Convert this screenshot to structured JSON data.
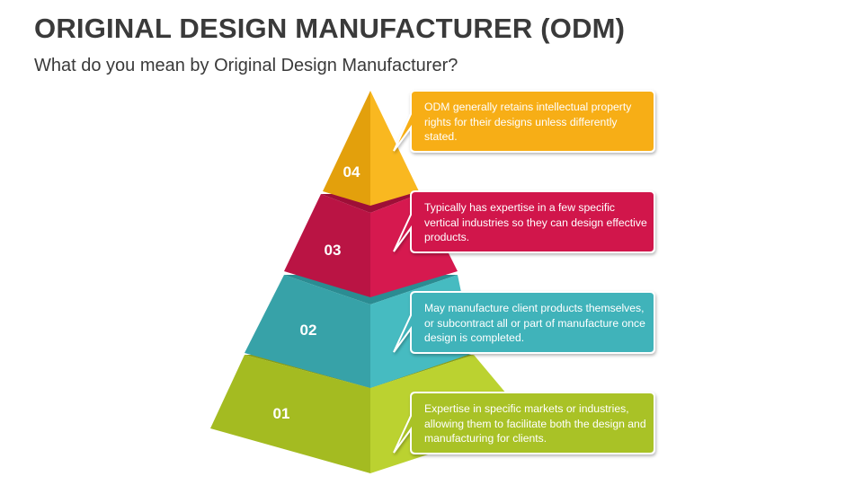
{
  "header": {
    "title": "ORIGINAL DESIGN MANUFACTURER (ODM)",
    "subtitle": "What do you mean by Original Design Manufacturer?"
  },
  "levels": [
    {
      "number": "04",
      "text": "ODM generally retains intellectual property rights for their designs unless differently stated.",
      "color": "#F7AE12"
    },
    {
      "number": "03",
      "text": "Typically has expertise in a few specific vertical industries so they can design effective products.",
      "color": "#D1174B"
    },
    {
      "number": "02",
      "text": "May manufacture client products themselves, or subcontract all or part of manufacture once design is completed.",
      "color": "#3FB3BA"
    },
    {
      "number": "01",
      "text": "Expertise in specific markets or industries, allowing them to facilitate both the design and manufacturing for clients.",
      "color": "#A9C226"
    }
  ]
}
